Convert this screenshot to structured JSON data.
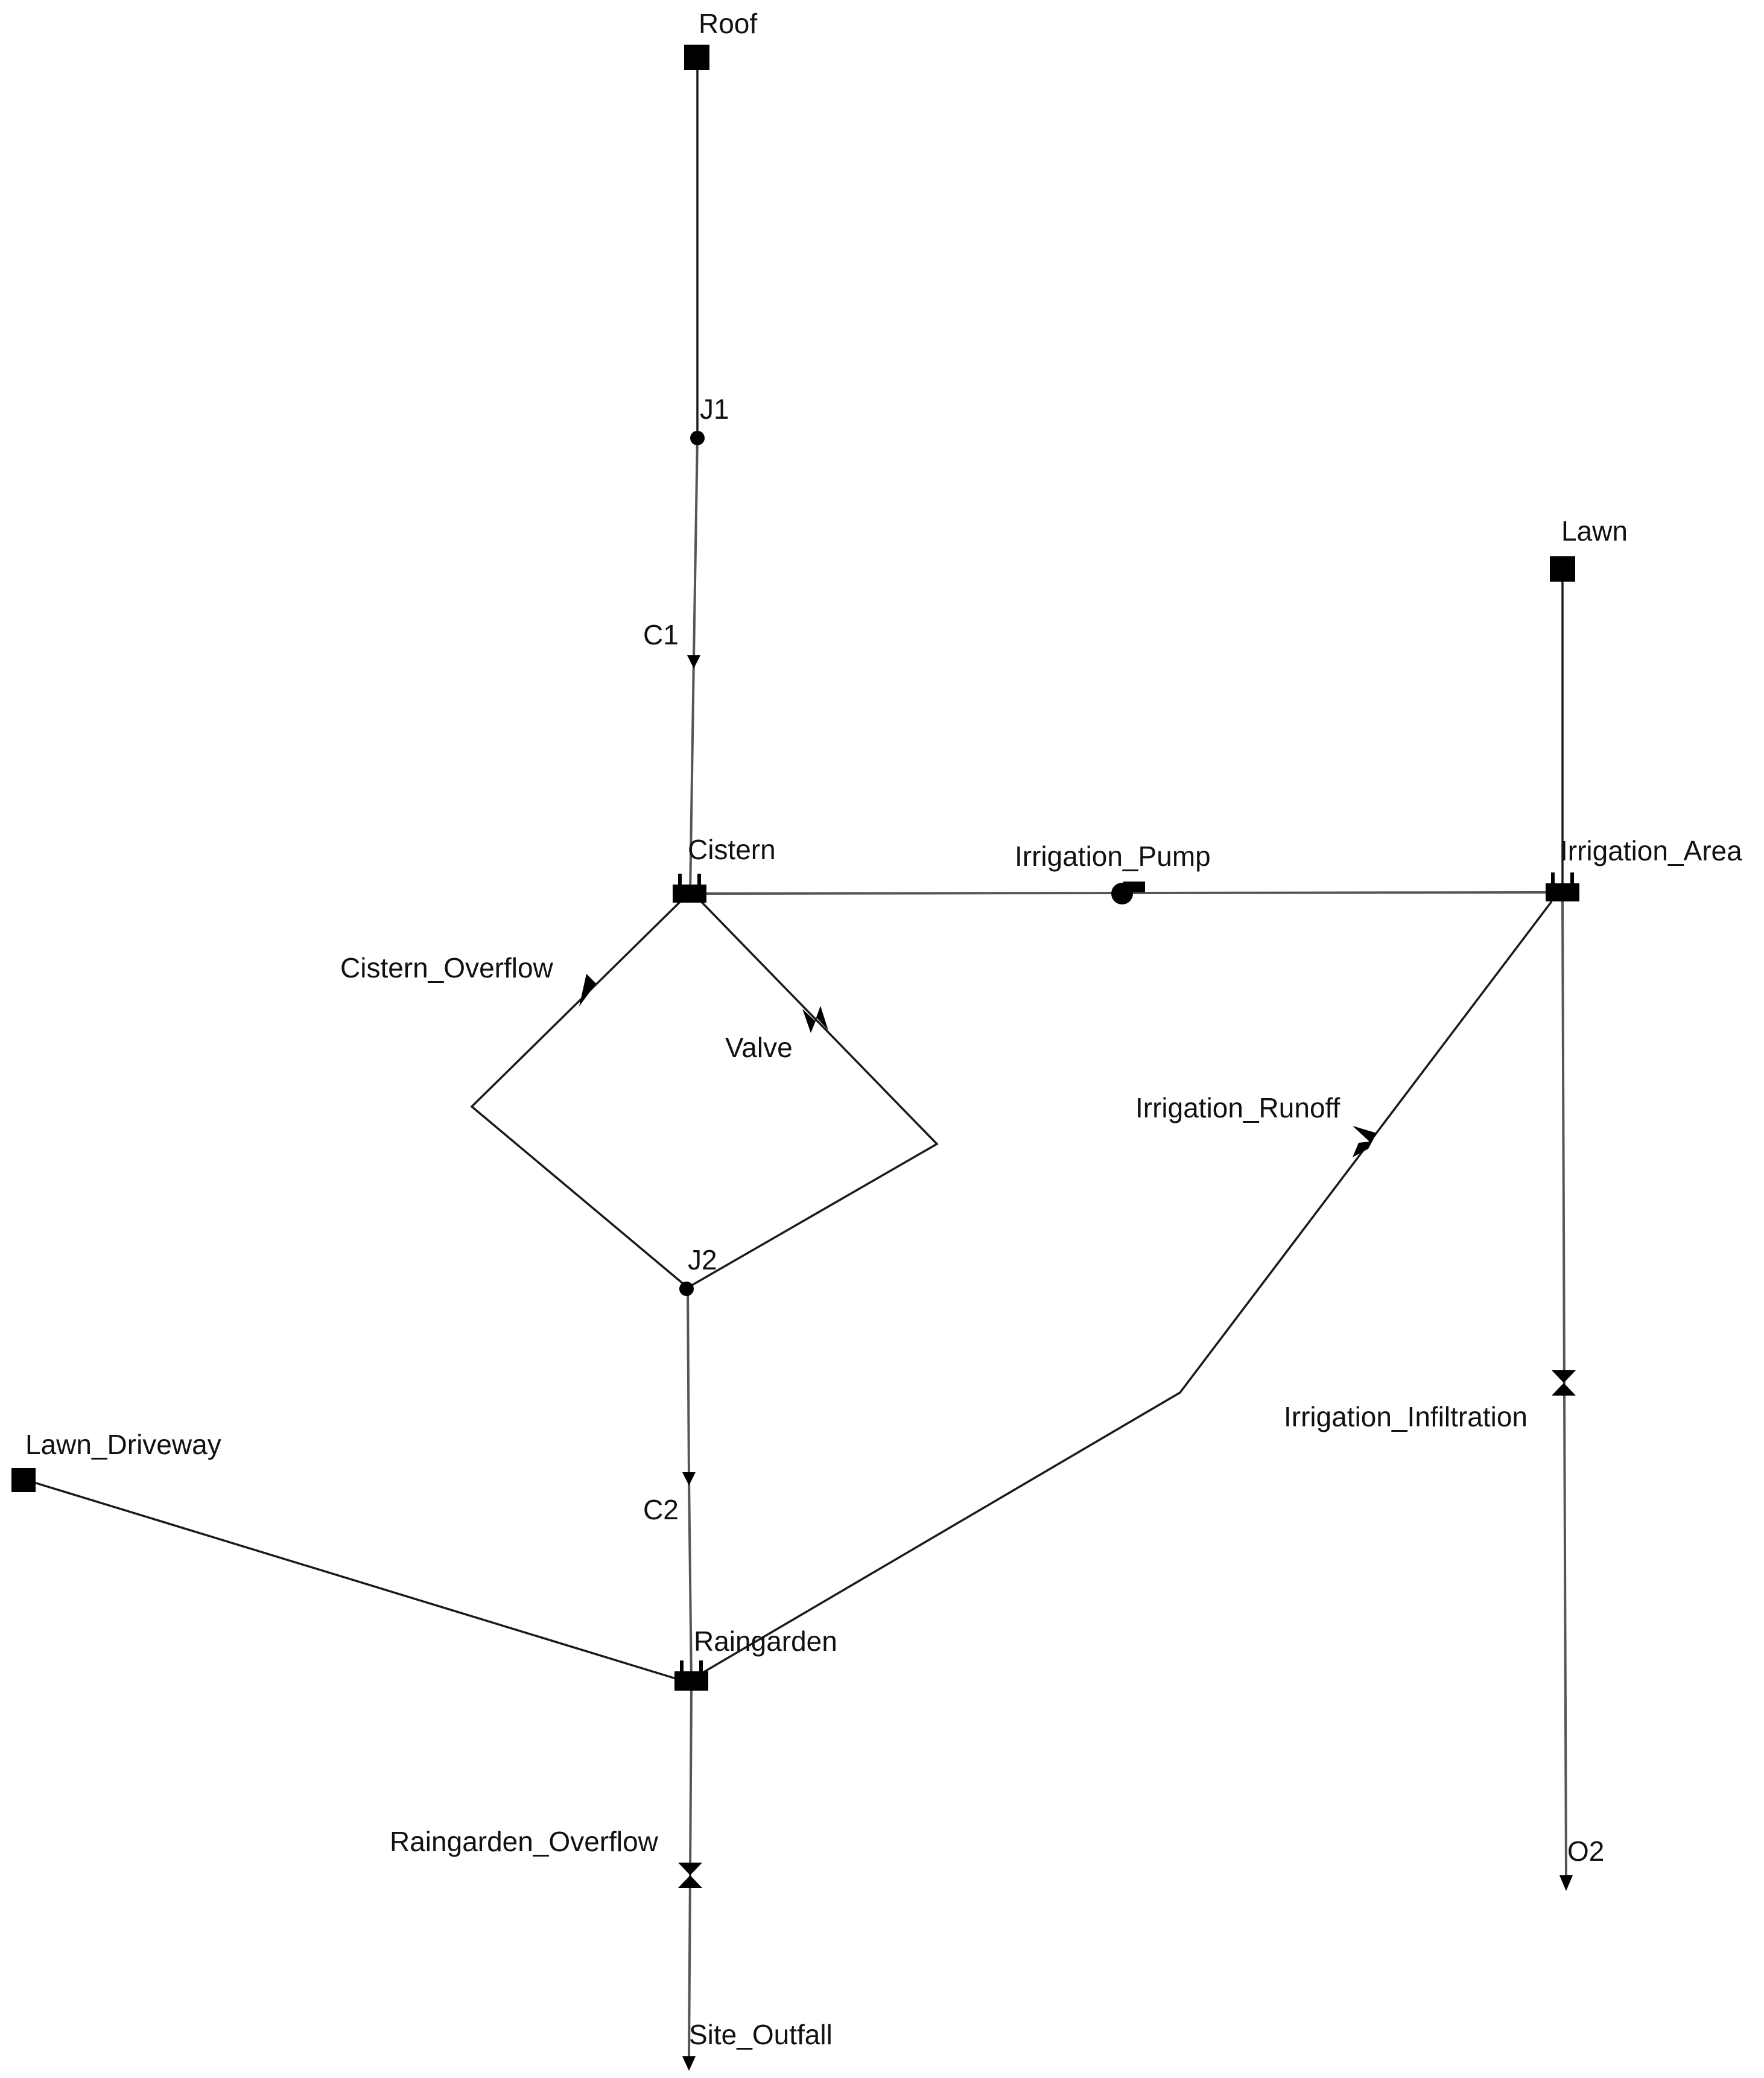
{
  "diagram": {
    "nodes": {
      "roof": "Roof",
      "j1": "J1",
      "c1": "C1",
      "cistern": "Cistern",
      "cistern_overflow": "Cistern_Overflow",
      "valve": "Valve",
      "j2": "J2",
      "c2": "C2",
      "irrigation_pump": "Irrigation_Pump",
      "irrigation_area": "Irrigation_Area",
      "lawn": "Lawn",
      "irrigation_runoff": "Irrigation_Runoff",
      "irrigation_infiltration": "Irrigation_Infiltration",
      "lawn_driveway": "Lawn_Driveway",
      "raingarden": "Raingarden",
      "raingarden_overflow": "Raingarden_Overflow",
      "o2": "O2",
      "site_outfall": "Site_Outfall"
    }
  }
}
